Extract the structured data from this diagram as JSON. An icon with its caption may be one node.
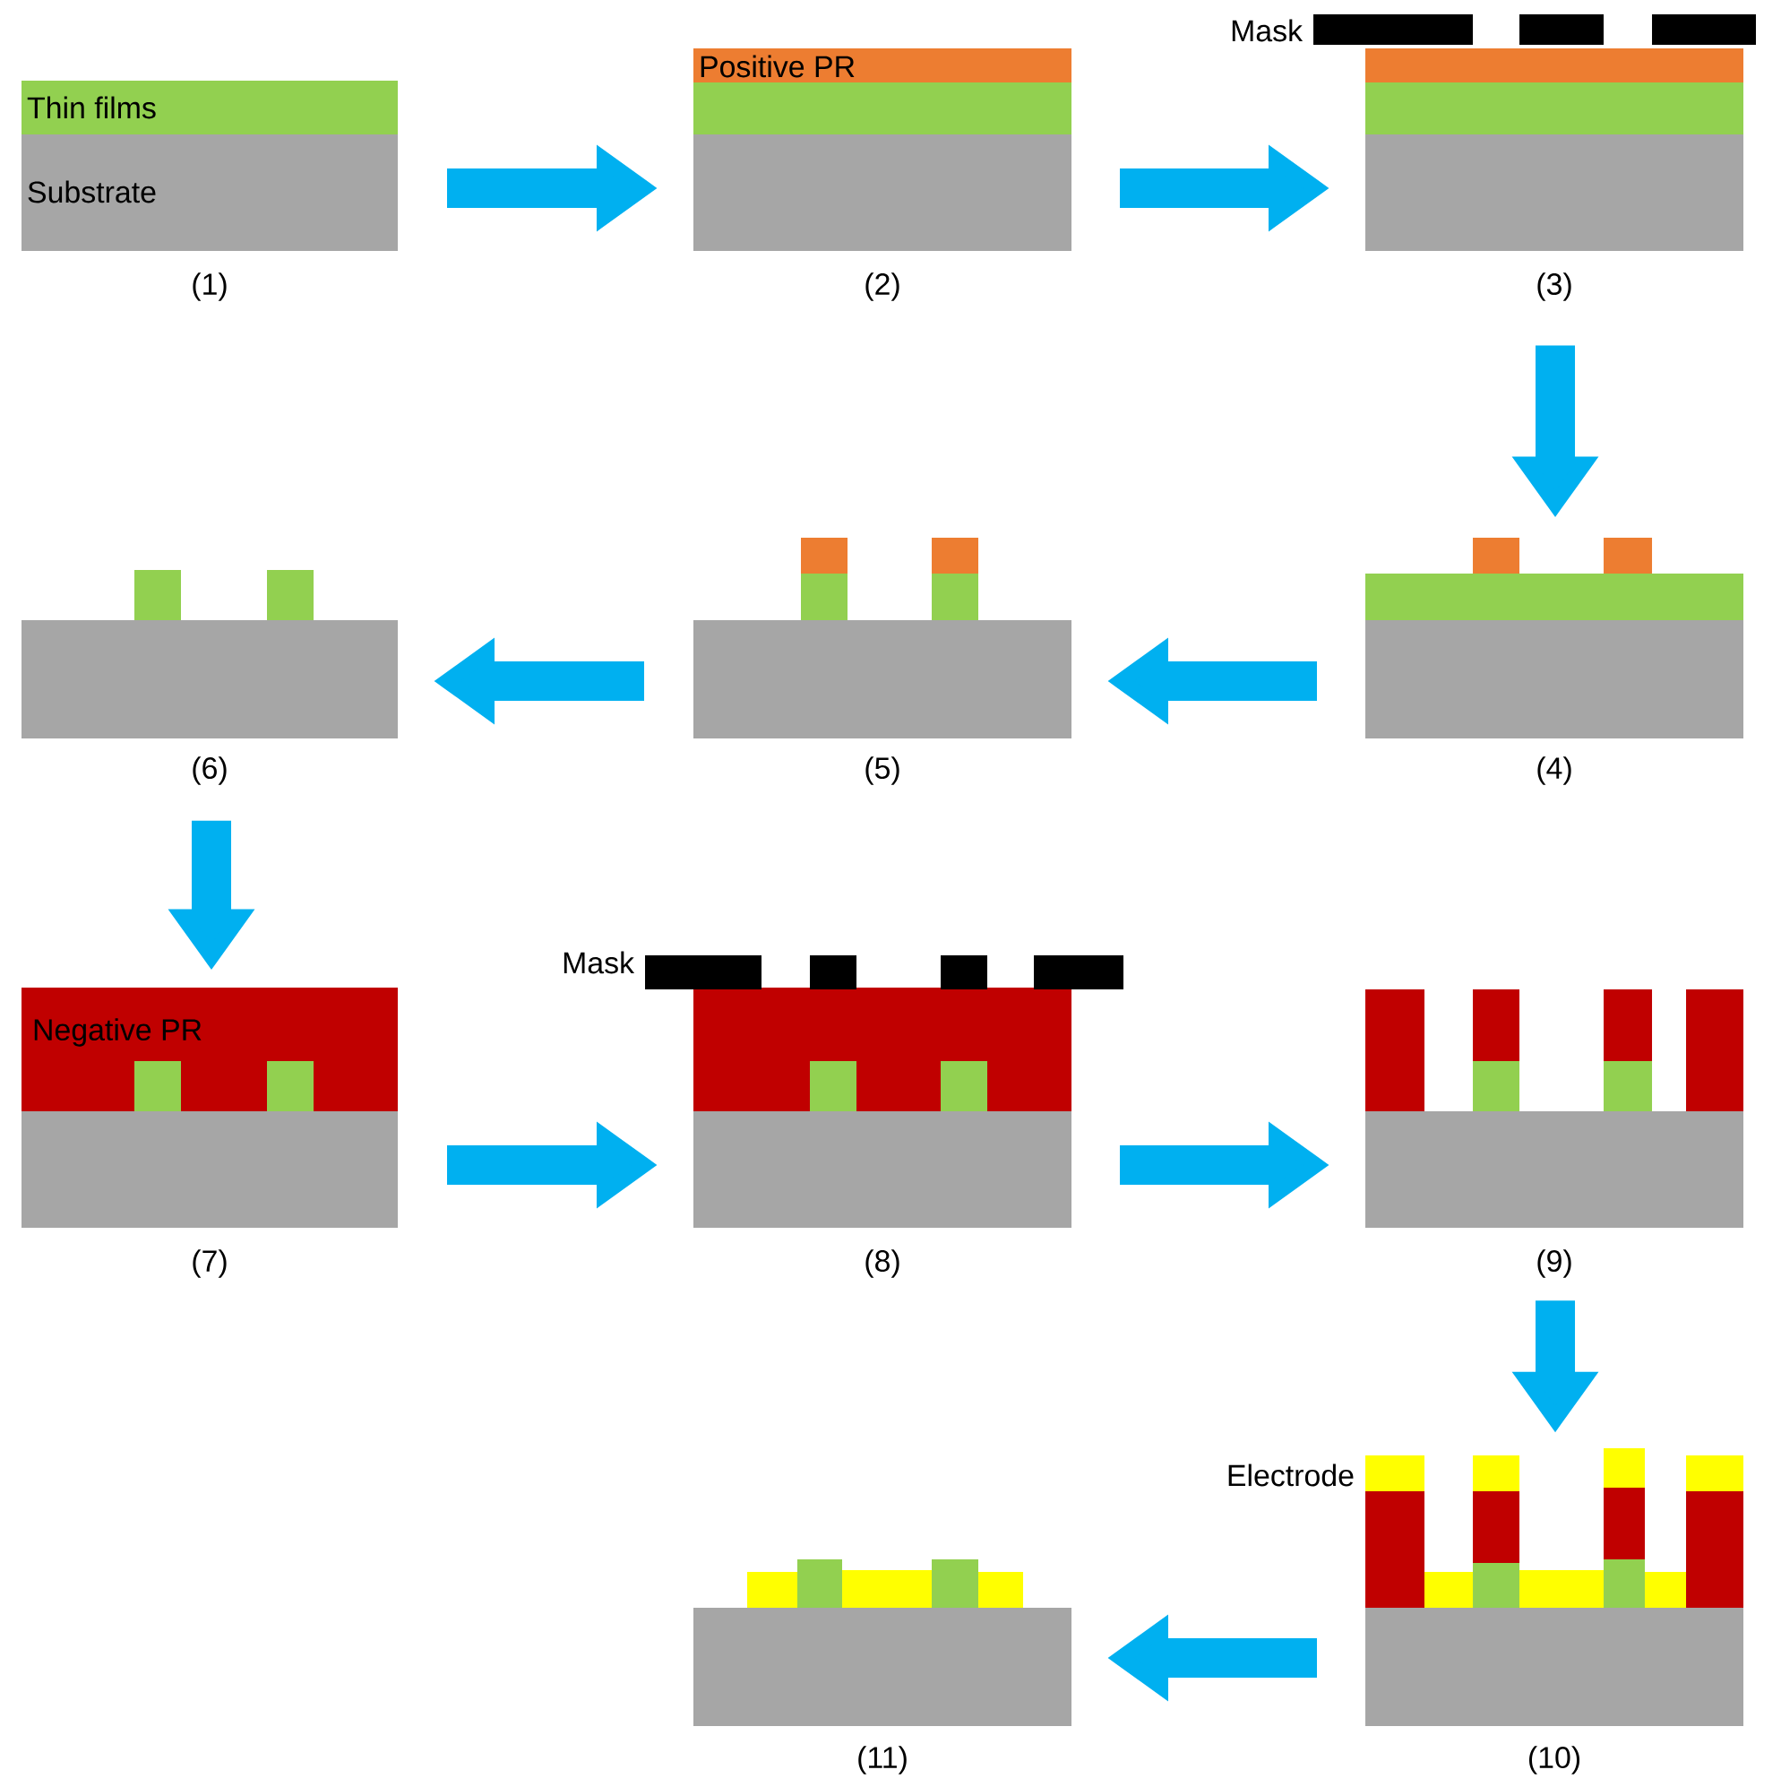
{
  "diagram": {
    "nodes": [
      {
        "text": [
          "Thin films",
          "Substrate"
        ],
        "beside": [
          "(1)"
        ]
      },
      {
        "text": [
          "Positive PR"
        ],
        "beside": [
          "(2)"
        ]
      },
      {
        "text": [
          "Mask"
        ],
        "beside": [
          "(3)"
        ]
      },
      {
        "text": [],
        "shape": "box",
        "beside": [
          "(4)"
        ]
      },
      {
        "text": [],
        "shape": "box",
        "beside": [
          "(5)"
        ]
      },
      {
        "text": [],
        "shape": "box",
        "beside": [
          "(6)"
        ]
      },
      {
        "text": [
          "Negative PR"
        ],
        "beside": [
          "(7)"
        ]
      },
      {
        "text": [
          "Mask"
        ],
        "beside": [
          "(8)"
        ]
      },
      {
        "text": [],
        "shape": "box",
        "beside": [
          "(9)"
        ]
      },
      {
        "text": [
          "Electrode"
        ],
        "beside": [
          "(10)"
        ]
      },
      {
        "text": [],
        "shape": "box",
        "beside": [
          "(11)"
        ]
      }
    ],
    "edges": [
      {
        "from": 0,
        "to": 1,
        "arrow": "to"
      },
      {
        "from": 1,
        "to": 2,
        "arrow": "to"
      },
      {
        "from": 2,
        "to": 3,
        "arrow": "to"
      },
      {
        "from": 3,
        "to": 4,
        "arrow": "to"
      },
      {
        "from": 4,
        "to": 5,
        "arrow": "to"
      },
      {
        "from": 5,
        "to": 6,
        "arrow": "to"
      },
      {
        "from": 6,
        "to": 7,
        "arrow": "to"
      },
      {
        "from": 7,
        "to": 8,
        "arrow": "to"
      },
      {
        "from": 8,
        "to": 9,
        "arrow": "to"
      },
      {
        "from": 9,
        "to": 10,
        "arrow": "to"
      }
    ]
  }
}
